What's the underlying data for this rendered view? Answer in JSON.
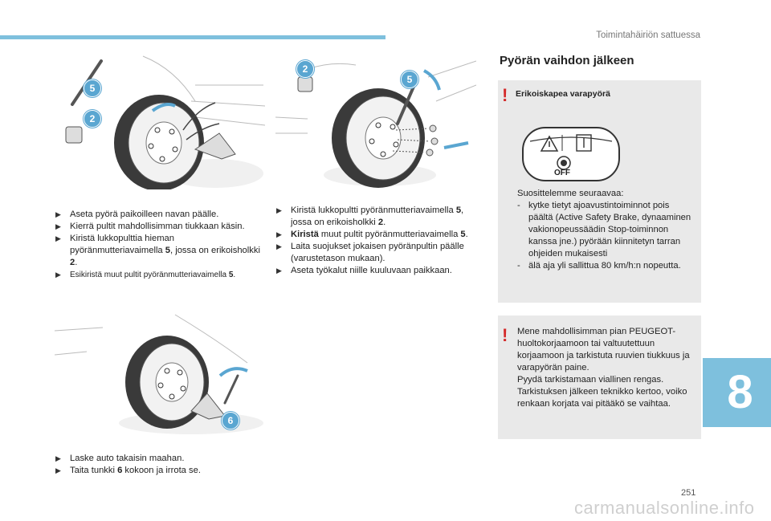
{
  "header": {
    "title": "Toimintahäiriön sattuessa"
  },
  "figures": {
    "fig1": {
      "badges": [
        "5",
        "2"
      ]
    },
    "fig2": {
      "badges": [
        "2",
        "5"
      ]
    },
    "fig3": {
      "badges": [
        "6"
      ]
    }
  },
  "col1_steps": [
    {
      "pre": "Aseta pyörä paikoilleen navan päälle.",
      "bold": "",
      "post": "",
      "small": false
    },
    {
      "pre": "Kierrä pultit mahdollisimman tiukkaan käsin.",
      "bold": "",
      "post": "",
      "small": false
    },
    {
      "pre": "Kiristä lukkopulttia hieman pyöränmutteriavaimella ",
      "bold": "5",
      "post": ", jossa on erikoisholkki ",
      "bold2": "2",
      "post2": ".",
      "small": false
    },
    {
      "pre": "Esikiristä muut pultit pyöränmutteriavaimella ",
      "bold": "5",
      "post": ".",
      "small": true
    }
  ],
  "col2_steps": [
    {
      "pre": "Kiristä lukkopultti pyöränmutteriavaimella ",
      "bold": "5",
      "post": ", jossa on erikoisholkki ",
      "bold2": "2",
      "post2": "."
    },
    {
      "pre": "",
      "bold": "Kiristä",
      "post": " muut pultit pyöränmutteriavaimella ",
      "bold2": "5",
      "post2": "."
    },
    {
      "pre": "Laita suojukset jokaisen pyöränpultin päälle (varustetason mukaan).",
      "bold": "",
      "post": ""
    },
    {
      "pre": "Aseta työkalut niille kuuluvaan paikkaan.",
      "bold": "",
      "post": ""
    }
  ],
  "col3_steps": [
    {
      "pre": "Laske auto takaisin maahan.",
      "bold": "",
      "post": ""
    },
    {
      "pre": "Taita tunkki ",
      "bold": "6",
      "post": " kokoon ja irrota se."
    }
  ],
  "section": {
    "title": "Pyörän vaihdon jälkeen",
    "box1": {
      "heading": "Erikoiskapea varapyörä",
      "intro": "Suosittelemme seuraavaa:",
      "items": [
        "kytke tietyt ajoavustintoiminnot pois päältä (Active Safety Brake, dynaaminen vakionopeussäädin Stop-toiminnon kanssa jne.) pyörään kiinnitetyn tarran ohjeiden mukaisesti",
        "älä aja yli sallittua 80 km/h:n nopeutta."
      ],
      "sticker_off": "OFF"
    },
    "box2": {
      "lines": [
        "Mene mahdollisimman pian PEUGEOT-huoltokorjaamoon tai valtuutettuun korjaamoon ja tarkistuta ruuvien tiukkuus ja varapyörän paine.",
        "Pyydä tarkistamaan viallinen rengas.",
        "Tarkistuksen jälkeen teknikko kertoo, voiko renkaan korjata vai pitääkö se vaihtaa."
      ]
    }
  },
  "chapter_number": "8",
  "page_number": "251",
  "watermark": "carmanualsonline.info",
  "colors": {
    "accent": "#7ec0dd",
    "badge": "#5aa6d1",
    "warning": "#d42a2a",
    "box": "#e9e9e9"
  }
}
